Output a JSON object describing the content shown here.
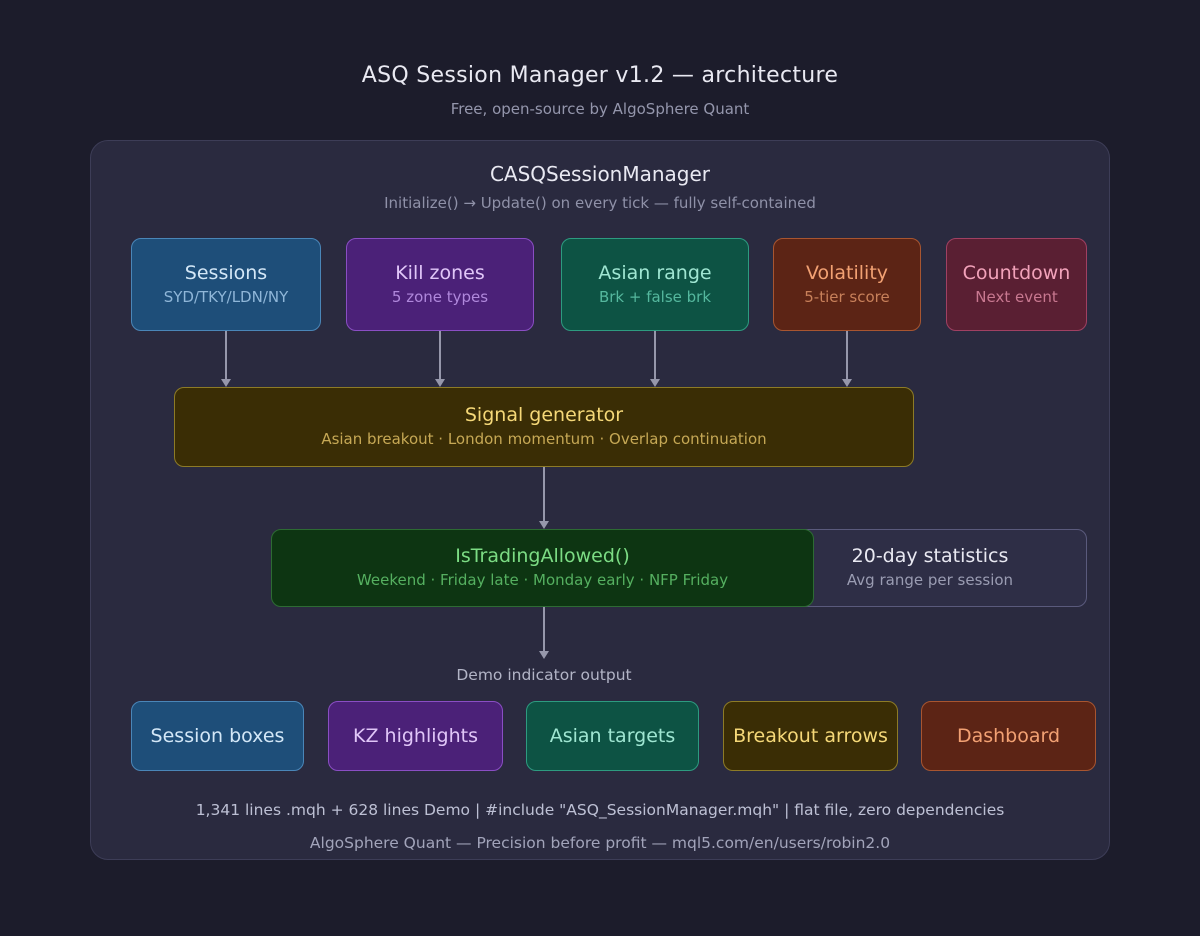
{
  "page": {
    "title": "ASQ Session Manager v1.2 — architecture",
    "subtitle": "Free, open-source by AlgoSphere Quant"
  },
  "container": {
    "title": "CASQSessionManager",
    "subtitle": "Initialize() → Update() on every tick — fully self-contained"
  },
  "modules": [
    {
      "title": "Sessions",
      "subtitle": "SYD/TKY/LDN/NY",
      "color": "#1e4e79"
    },
    {
      "title": "Kill zones",
      "subtitle": "5 zone types",
      "color": "#4b2178"
    },
    {
      "title": "Asian range",
      "subtitle": "Brk + false brk",
      "color": "#0d5344"
    },
    {
      "title": "Volatility",
      "subtitle": "5-tier score",
      "color": "#5c2415"
    },
    {
      "title": "Countdown",
      "subtitle": "Next event",
      "color": "#5a1f33"
    }
  ],
  "signal": {
    "title": "Signal generator",
    "subtitle": "Asian breakout · London momentum · Overlap continuation"
  },
  "trading": {
    "title": "IsTradingAllowed()",
    "subtitle": "Weekend · Friday late · Monday early · NFP Friday"
  },
  "stats": {
    "title": "20-day statistics",
    "subtitle": "Avg range per session"
  },
  "output_label": "Demo indicator output",
  "outputs": [
    {
      "label": "Session boxes",
      "color": "#1e4e79"
    },
    {
      "label": "KZ highlights",
      "color": "#4b2178"
    },
    {
      "label": "Asian targets",
      "color": "#0d5344"
    },
    {
      "label": "Breakout arrows",
      "color": "#3a2d05"
    },
    {
      "label": "Dashboard",
      "color": "#5c2415"
    }
  ],
  "footer": {
    "line1": "1,341 lines .mqh + 628 lines Demo | #include \"ASQ_SessionManager.mqh\" | flat file, zero dependencies",
    "line2": "AlgoSphere Quant — Precision before profit — mql5.com/en/users/robin2.0"
  },
  "colors": {
    "background": "#1c1c2b",
    "panel": "#2a2a3f",
    "arrow": "#9697ab",
    "blue": "#1e4e79",
    "purple": "#4b2178",
    "teal": "#0d5344",
    "rust": "#5c2415",
    "maroon": "#5a1f33",
    "olive": "#3a2d05",
    "green": "#0d3512"
  }
}
